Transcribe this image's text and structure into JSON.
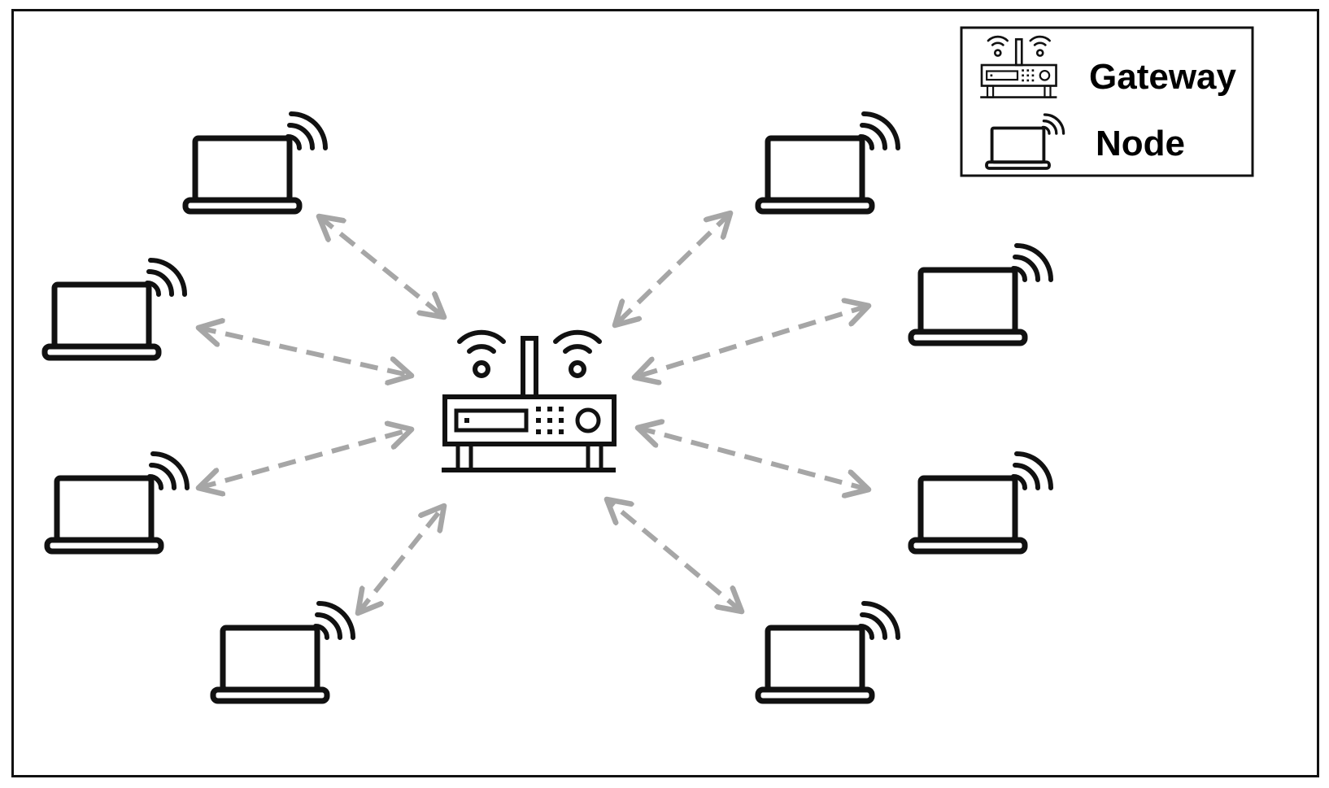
{
  "legend": {
    "gateway_label": "Gateway",
    "node_label": "Node"
  },
  "diagram": {
    "center": "gateway",
    "node_count": 8,
    "link_style": "dashed bidirectional arrow",
    "link_color": "#a6a6a6",
    "icon_color": "#111111"
  }
}
